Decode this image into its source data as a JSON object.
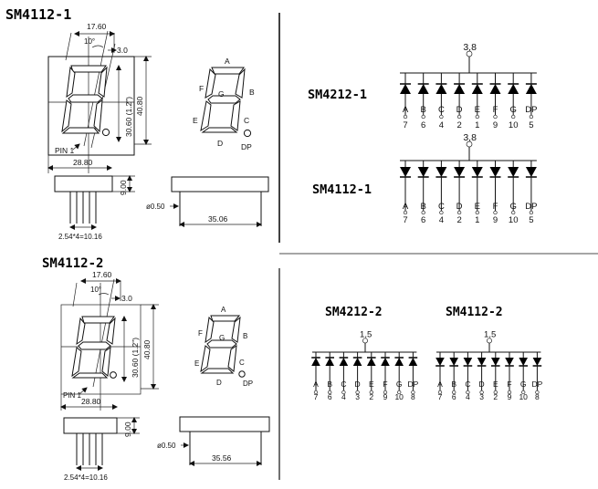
{
  "panels": {
    "top_left": {
      "title": "SM4112-1",
      "dims": {
        "top_width": "17.60",
        "angle": "10°",
        "offset": "3.0",
        "digit_height": "30.60 (1.2\")",
        "total_height": "40.80",
        "total_width": "28.80",
        "pin_label": "PIN 1",
        "side_height": "9.00",
        "pin_pitch": "2.54*4=10.16",
        "pin_dia": "ø0.50",
        "pin_length": "35.06"
      },
      "segments": [
        "A",
        "B",
        "C",
        "D",
        "E",
        "F",
        "G",
        "DP"
      ]
    },
    "bottom_left": {
      "title": "SM4112-2",
      "dims": {
        "top_width": "17.60",
        "angle": "10°",
        "offset": "3.0",
        "digit_height": "30.60 (1.2\")",
        "total_height": "40.80",
        "total_width": "28.80",
        "pin_label": "PIN 1",
        "side_height": "9.00",
        "pin_pitch": "2.54*4=10.16",
        "pin_dia": "ø0.50",
        "pin_length": "35.56"
      },
      "segments": [
        "A",
        "B",
        "C",
        "D",
        "E",
        "F",
        "G",
        "DP"
      ]
    },
    "top_right": {
      "circuits": [
        {
          "title": "SM4212-1",
          "common_pin": "3,8",
          "segment_labels": [
            "A",
            "B",
            "C",
            "D",
            "E",
            "F",
            "G",
            "DP"
          ],
          "pin_numbers": [
            "7",
            "6",
            "4",
            "2",
            "1",
            "9",
            "10",
            "5"
          ]
        },
        {
          "title": "SM4112-1",
          "common_pin": "3,8",
          "segment_labels": [
            "A",
            "B",
            "C",
            "D",
            "E",
            "F",
            "G",
            "DP"
          ],
          "pin_numbers": [
            "7",
            "6",
            "4",
            "2",
            "1",
            "9",
            "10",
            "5"
          ]
        }
      ]
    },
    "bottom_right": {
      "circuits": [
        {
          "title": "SM4212-2",
          "common_pin": "1,5",
          "segment_labels": [
            "A",
            "B",
            "C",
            "D",
            "E",
            "F",
            "G",
            "DP"
          ],
          "pin_numbers": [
            "7",
            "6",
            "4",
            "3",
            "2",
            "9",
            "10",
            "8"
          ]
        },
        {
          "title": "SM4112-2",
          "common_pin": "1,5",
          "segment_labels": [
            "A",
            "B",
            "C",
            "D",
            "E",
            "F",
            "G",
            "DP"
          ],
          "pin_numbers": [
            "7",
            "6",
            "4",
            "3",
            "2",
            "9",
            "10",
            "8"
          ]
        }
      ]
    }
  }
}
